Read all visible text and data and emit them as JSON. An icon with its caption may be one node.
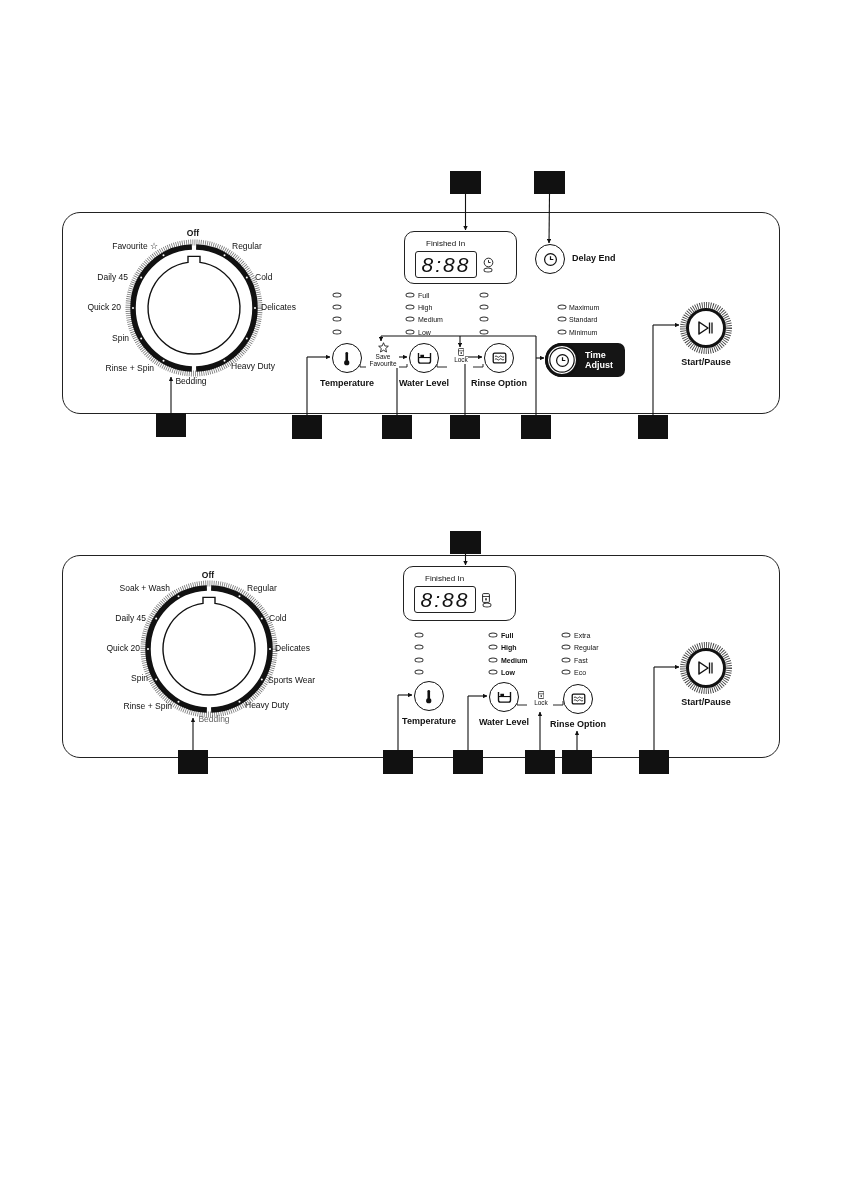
{
  "diagram": {
    "nodes": [
      {
        "text": [],
        "shape": "box"
      },
      {
        "text": [],
        "shape": "circle",
        "in": 0,
        "beside": [
          "Off",
          "Favourite ☆",
          "Regular",
          "Daily 45",
          "Cold",
          "Quick 20",
          "Delicates",
          "Spin",
          "Rinse + Spin",
          "Heavy Duty",
          "Bedding"
        ]
      },
      {
        "text": [
          "Finished In",
          "8:88"
        ],
        "in": 0
      },
      {
        "text": [
          "Delay End"
        ],
        "in": 0
      },
      {
        "text": [
          "Temperature"
        ],
        "in": 0
      },
      {
        "text": [
          "Save Favourite"
        ],
        "in": 0
      },
      {
        "text": [
          "Water Level"
        ],
        "in": 0
      },
      {
        "text": [
          "Lock"
        ],
        "in": 0
      },
      {
        "text": [
          "Rinse Option"
        ],
        "in": 0
      },
      {
        "text": [
          "Time Adjust"
        ],
        "in": 0
      },
      {
        "text": [
          "Start/Pause"
        ],
        "in": 0
      },
      {
        "text": [],
        "shape": "box"
      },
      {
        "text": [],
        "shape": "box"
      },
      {
        "text": [],
        "shape": "box"
      },
      {
        "text": [],
        "shape": "box"
      },
      {
        "text": [],
        "shape": "box"
      },
      {
        "text": [],
        "shape": "box"
      },
      {
        "text": [],
        "shape": "box"
      },
      {
        "text": [],
        "shape": "box"
      },
      {
        "text": [],
        "shape": "box"
      },
      {
        "text": [],
        "shape": "circle",
        "in": 19,
        "beside": [
          "Off",
          "Soak + Wash",
          "Regular",
          "Daily 45",
          "Cold",
          "Quick 20",
          "Delicates",
          "Spin",
          "Sports Wear",
          "Rinse + Spin",
          "Heavy Duty",
          "Bedding"
        ]
      },
      {
        "text": [
          "Finished In",
          "8:88"
        ],
        "in": 19
      },
      {
        "text": [
          "Temperature"
        ],
        "in": 19
      },
      {
        "text": [
          "Water Level"
        ],
        "in": 19
      },
      {
        "text": [
          "Lock"
        ],
        "in": 19
      },
      {
        "text": [
          "Rinse Option"
        ],
        "in": 19
      },
      {
        "text": [
          "Start/Pause"
        ],
        "in": 19
      },
      {
        "text": [],
        "shape": "box"
      },
      {
        "text": [],
        "shape": "box"
      },
      {
        "text": [],
        "shape": "box"
      },
      {
        "text": [],
        "shape": "box"
      },
      {
        "text": [],
        "shape": "box"
      },
      {
        "text": [],
        "shape": "box"
      },
      {
        "text": [],
        "shape": "box"
      }
    ],
    "edges": [
      {
        "from": 11,
        "to": 2,
        "arrow": "to"
      },
      {
        "from": 12,
        "to": 3,
        "arrow": "to"
      },
      {
        "from": 13,
        "to": 1,
        "arrow": "to"
      },
      {
        "from": 14,
        "to": 4,
        "arrow": "to"
      },
      {
        "from": 15,
        "to": 6,
        "arrow": "to"
      },
      {
        "from": 16,
        "to": 8,
        "arrow": "to"
      },
      {
        "from": 17,
        "to": 5,
        "arrow": "to"
      },
      {
        "from": 17,
        "to": 7,
        "arrow": "to"
      },
      {
        "from": 17,
        "to": 9,
        "arrow": "to"
      },
      {
        "from": 18,
        "to": 10,
        "arrow": "to"
      },
      {
        "from": 27,
        "to": 21,
        "arrow": "to"
      },
      {
        "from": 28,
        "to": 20,
        "arrow": "to"
      },
      {
        "from": 29,
        "to": 22,
        "arrow": "to"
      },
      {
        "from": 30,
        "to": 23,
        "arrow": "to"
      },
      {
        "from": 31,
        "to": 24,
        "arrow": "to"
      },
      {
        "from": 32,
        "to": 25,
        "arrow": "to"
      },
      {
        "from": 33,
        "to": 26,
        "arrow": "to"
      },
      {
        "from": 4,
        "to": 5,
        "arrow": "none"
      },
      {
        "from": 5,
        "to": 6,
        "arrow": "none"
      },
      {
        "from": 6,
        "to": 7,
        "arrow": "none"
      },
      {
        "from": 7,
        "to": 8,
        "arrow": "none"
      },
      {
        "from": 23,
        "to": 24,
        "arrow": "none"
      },
      {
        "from": 24,
        "to": 25,
        "arrow": "none"
      }
    ],
    "labels": [
      "Full",
      "High",
      "Medium",
      "Low",
      "Maximum",
      "Standard",
      "Minimum",
      "Full",
      "High",
      "Medium",
      "Low",
      "Extra",
      "Regular",
      "Fast",
      "Eco"
    ]
  }
}
